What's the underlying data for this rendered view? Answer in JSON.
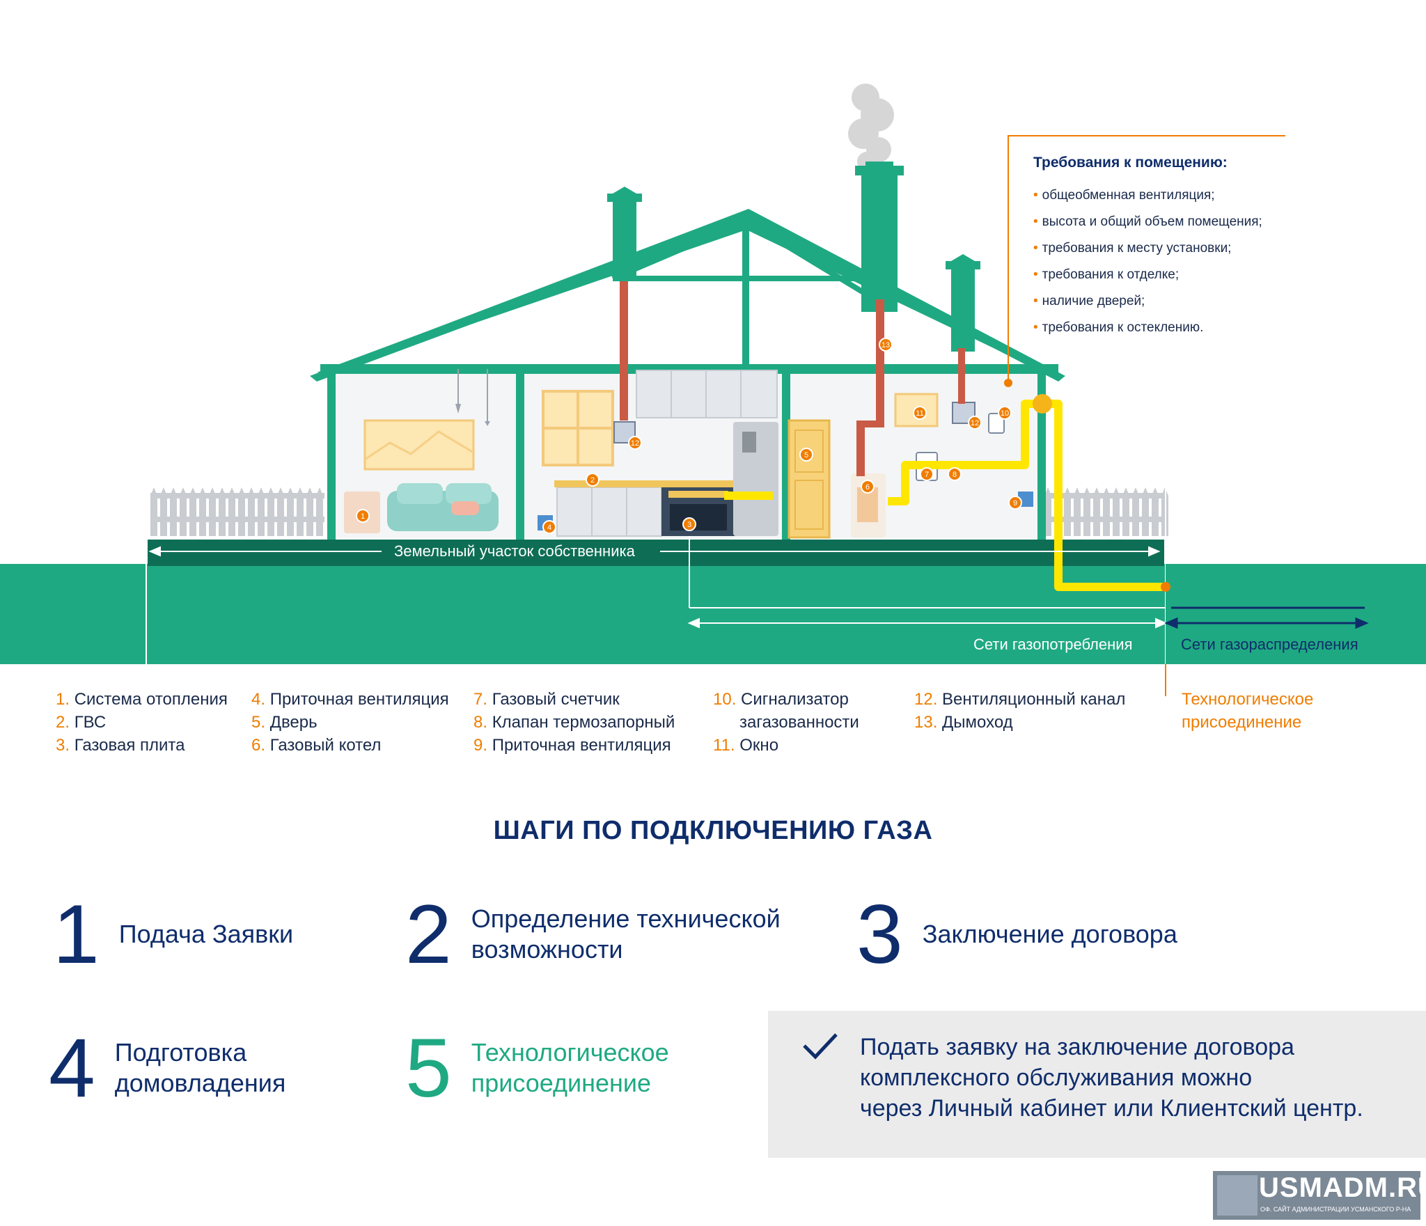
{
  "scene": {
    "land_label": "Земельный участок собственника",
    "consumption_label": "Сети газопотребления",
    "distribution_label": "Сети газораспределения",
    "markers": [
      "1",
      "2",
      "3",
      "4",
      "5",
      "6",
      "7",
      "8",
      "9",
      "10",
      "11",
      "12",
      "12",
      "13"
    ]
  },
  "requirements": {
    "title": "Требования к помещению:",
    "items": [
      "общеобменная вентиляция;",
      "высота и общий объем помещения;",
      "требования к месту установки;",
      "требования к отделке;",
      "наличие дверей;",
      "требования к остеклению."
    ]
  },
  "legend": {
    "col1": [
      {
        "num": "1.",
        "label": "Система отопления"
      },
      {
        "num": "2.",
        "label": "ГВС"
      },
      {
        "num": "3.",
        "label": "Газовая плита"
      }
    ],
    "col2": [
      {
        "num": "4.",
        "label": "Приточная вентиляция"
      },
      {
        "num": "5.",
        "label": "Дверь"
      },
      {
        "num": "6.",
        "label": "Газовый котел"
      }
    ],
    "col3": [
      {
        "num": "7.",
        "label": "Газовый счетчик"
      },
      {
        "num": "8.",
        "label": "Клапан термозапорный"
      },
      {
        "num": "9.",
        "label": "Приточная вентиляция"
      }
    ],
    "col4": [
      {
        "num": "10.",
        "label": "Сигнализатор"
      },
      {
        "num": "",
        "label": "загазованности"
      },
      {
        "num": "11.",
        "label": "Окно"
      }
    ],
    "col5": [
      {
        "num": "12.",
        "label": "Вентиляционный канал"
      },
      {
        "num": "13.",
        "label": "Дымоход"
      }
    ],
    "tech_connection_line1": "Технологическое",
    "tech_connection_line2": "присоединение"
  },
  "steps": {
    "title": "ШАГИ ПО ПОДКЛЮЧЕНИЮ ГАЗА",
    "items": [
      {
        "num": "1",
        "line1": "Подача Заявки",
        "line2": ""
      },
      {
        "num": "2",
        "line1": "Определение технической",
        "line2": "возможности"
      },
      {
        "num": "3",
        "line1": "Заключение договора",
        "line2": ""
      },
      {
        "num": "4",
        "line1": "Подготовка",
        "line2": "домовладения"
      },
      {
        "num": "5",
        "line1": "Технологическое",
        "line2": "присоединение"
      }
    ]
  },
  "note": {
    "line1": "Подать заявку на заключение договора",
    "line2": "комплексного обслуживания можно",
    "line3": "через Личный кабинет или Клиентский центр."
  },
  "logo": {
    "text": "USMADM.RU",
    "sub": "ОФ. САЙТ АДМИНИСТРАЦИИ УСМАНСКОГО Р-НА"
  },
  "colors": {
    "teal": "#1fa982",
    "navy": "#0f2d6b",
    "orange": "#ef7d00",
    "gas_yellow": "#ffe600",
    "gray_panel": "#ebebeb"
  }
}
